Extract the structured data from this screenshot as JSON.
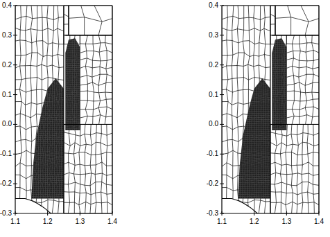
{
  "diagram": {
    "labels": [
      "0.4",
      "0.3",
      "0.2",
      "0.1",
      "0.0",
      "-0.1",
      "-0.2",
      "-0.3",
      "1.1",
      "1.2",
      "1.3",
      "1.4",
      "0.4",
      "0.3",
      "0.2",
      "0.1",
      "0.0",
      "-0.1",
      "-0.2",
      "-0.3",
      "1.1",
      "1.2",
      "1.3",
      "1.4"
    ]
  }
}
